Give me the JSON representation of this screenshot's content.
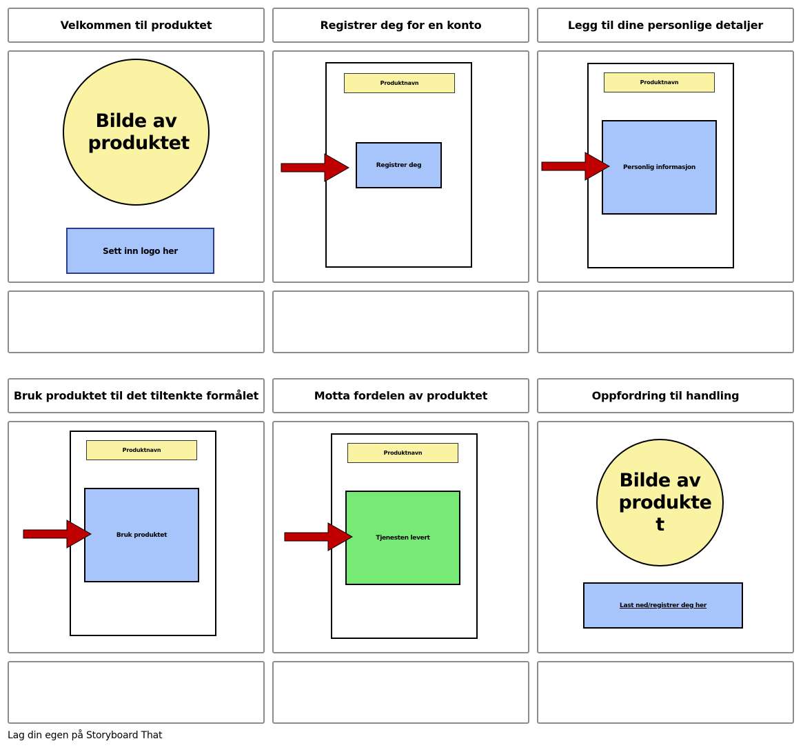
{
  "panels": [
    {
      "title": "Velkommen til produktet",
      "circle_text": "Bilde av produktet",
      "logo_text": "Sett inn logo her",
      "caption": ""
    },
    {
      "title": "Registrer deg for en konto",
      "product_name": "Produktnavn",
      "box_text": "Registrer deg",
      "caption": ""
    },
    {
      "title": "Legg til dine personlige detaljer",
      "product_name": "Produktnavn",
      "box_text": "Personlig informasjon",
      "caption": ""
    },
    {
      "title": "Bruk produktet til det tiltenkte formålet",
      "product_name": "Produktnavn",
      "box_text": "Bruk produktet",
      "caption": ""
    },
    {
      "title": "Motta fordelen av produktet",
      "product_name": "Produktnavn",
      "box_text": "Tjenesten levert",
      "caption": ""
    },
    {
      "title": "Oppfordring til handling",
      "circle_text": "Bilde av produkte t",
      "cta_text": "Last ned/registrer deg her",
      "caption": ""
    }
  ],
  "footer": "Lag din egen på Storyboard That",
  "colors": {
    "circle_fill": "#fbf3a4",
    "box_blue": "#a7c4fb",
    "box_green": "#77ea76",
    "arrow_red": "#c00000",
    "border_gray": "#8c8c8c"
  },
  "icons": {
    "arrow": "right-arrow-icon"
  }
}
